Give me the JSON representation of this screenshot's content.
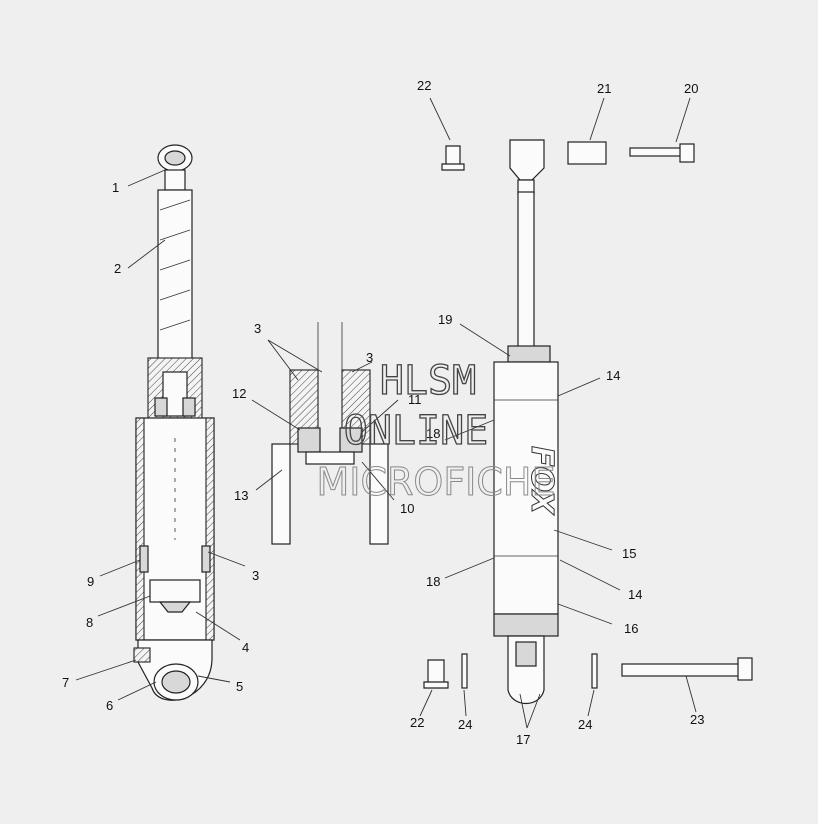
{
  "callouts": [
    "1",
    "2",
    "3",
    "4",
    "5",
    "6",
    "7",
    "8",
    "9",
    "10",
    "11",
    "12",
    "13",
    "14",
    "15",
    "16",
    "17",
    "18",
    "19",
    "20",
    "21",
    "22",
    "23",
    "24"
  ],
  "watermark": {
    "line1": "HLSM",
    "line2": "ONLINE",
    "line3": "MICROFICHE"
  },
  "brand_mark": "FOX"
}
